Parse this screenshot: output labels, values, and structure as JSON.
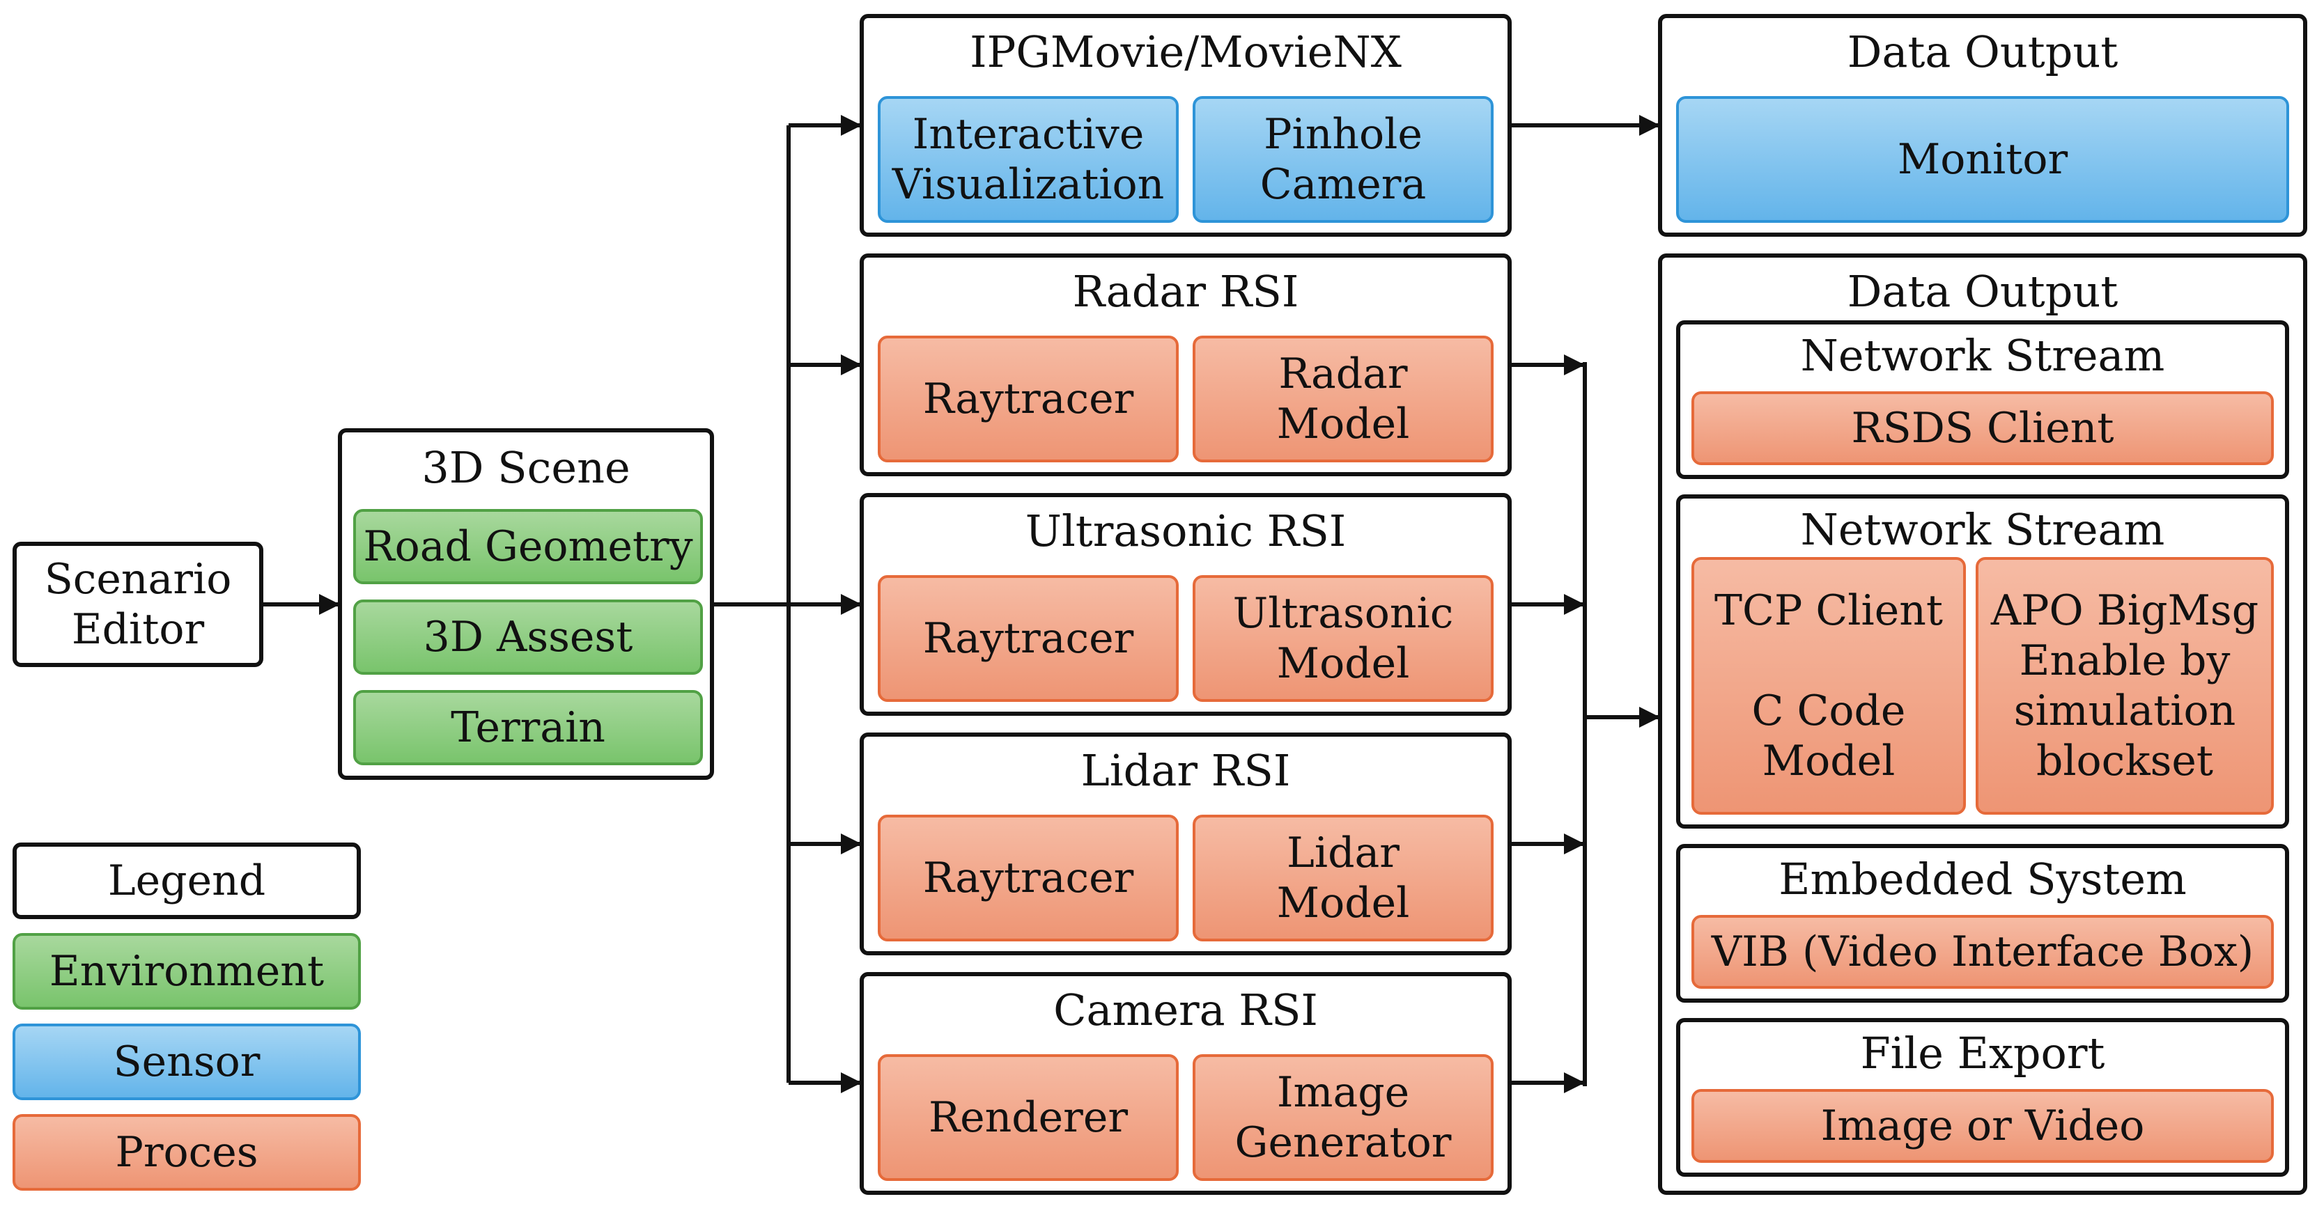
{
  "scenario_editor": "Scenario\nEditor",
  "scene": {
    "title": "3D Scene",
    "items": [
      "Road Geometry",
      "3D Assest",
      "Terrain"
    ]
  },
  "legend": {
    "title": "Legend",
    "items": [
      "Environment",
      "Sensor",
      "Proces"
    ]
  },
  "sensors": [
    {
      "title": "IPGMovie/MovieNX",
      "left": "Interactive\nVisualization",
      "right": "Pinhole\nCamera"
    },
    {
      "title": "Radar RSI",
      "left": "Raytracer",
      "right": "Radar\nModel"
    },
    {
      "title": "Ultrasonic RSI",
      "left": "Raytracer",
      "right": "Ultrasonic\nModel"
    },
    {
      "title": "Lidar RSI",
      "left": "Raytracer",
      "right": "Lidar\nModel"
    },
    {
      "title": "Camera RSI",
      "left": "Renderer",
      "right": "Image\nGenerator"
    }
  ],
  "output_top": {
    "title": "Data Output",
    "item": "Monitor"
  },
  "output_main": {
    "title": "Data Output",
    "network1": {
      "title": "Network Stream",
      "item": "RSDS Client"
    },
    "network2": {
      "title": "Network Stream",
      "left": "TCP Client\n\nC Code\nModel",
      "right": "APO BigMsg\nEnable by\nsimulation\nblockset"
    },
    "embedded": {
      "title": "Embedded System",
      "item": "VIB (Video Interface Box)"
    },
    "file": {
      "title": "File Export",
      "item": "Image or Video"
    }
  },
  "colors": {
    "environment": "#79c46c",
    "sensor": "#63b4ea",
    "process": "#ee9574"
  }
}
